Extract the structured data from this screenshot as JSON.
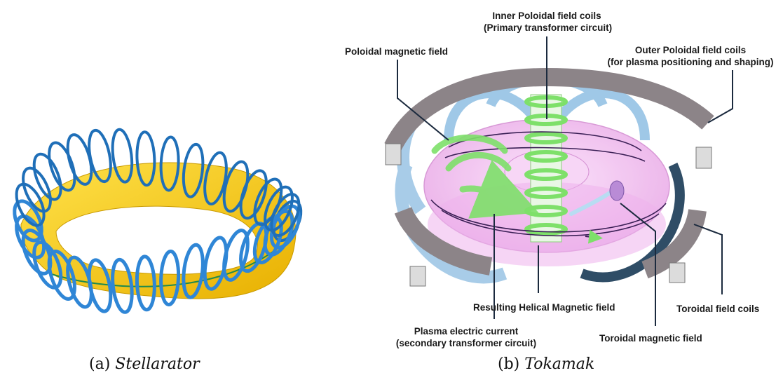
{
  "captions": {
    "a_marker": "(a)",
    "a_title": "Stellarator",
    "b_marker": "(b)",
    "b_title": "Tokamak"
  },
  "labels": {
    "inner_poloidal_line1": "Inner Poloidal field coils",
    "inner_poloidal_line2": "(Primary transformer circuit)",
    "poloidal_field": "Poloidal magnetic field",
    "outer_poloidal_line1": "Outer Poloidal field coils",
    "outer_poloidal_line2": "(for plasma positioning and shaping)",
    "resulting_helical": "Resulting Helical Magnetic field",
    "toroidal_coils": "Toroidal field coils",
    "plasma_current_line1": "Plasma electric current",
    "plasma_current_line2": "(secondary transformer circuit)",
    "toroidal_field": "Toroidal magnetic field"
  },
  "colors": {
    "coil_blue": "#2f86d6",
    "plasma_yellow": "#f2c200",
    "tf_coil_lightblue": "#a8cce8",
    "plasma_pink": "#f0b8ee",
    "pf_green": "#7ee06a",
    "outer_coil_gray": "#8c8488"
  }
}
